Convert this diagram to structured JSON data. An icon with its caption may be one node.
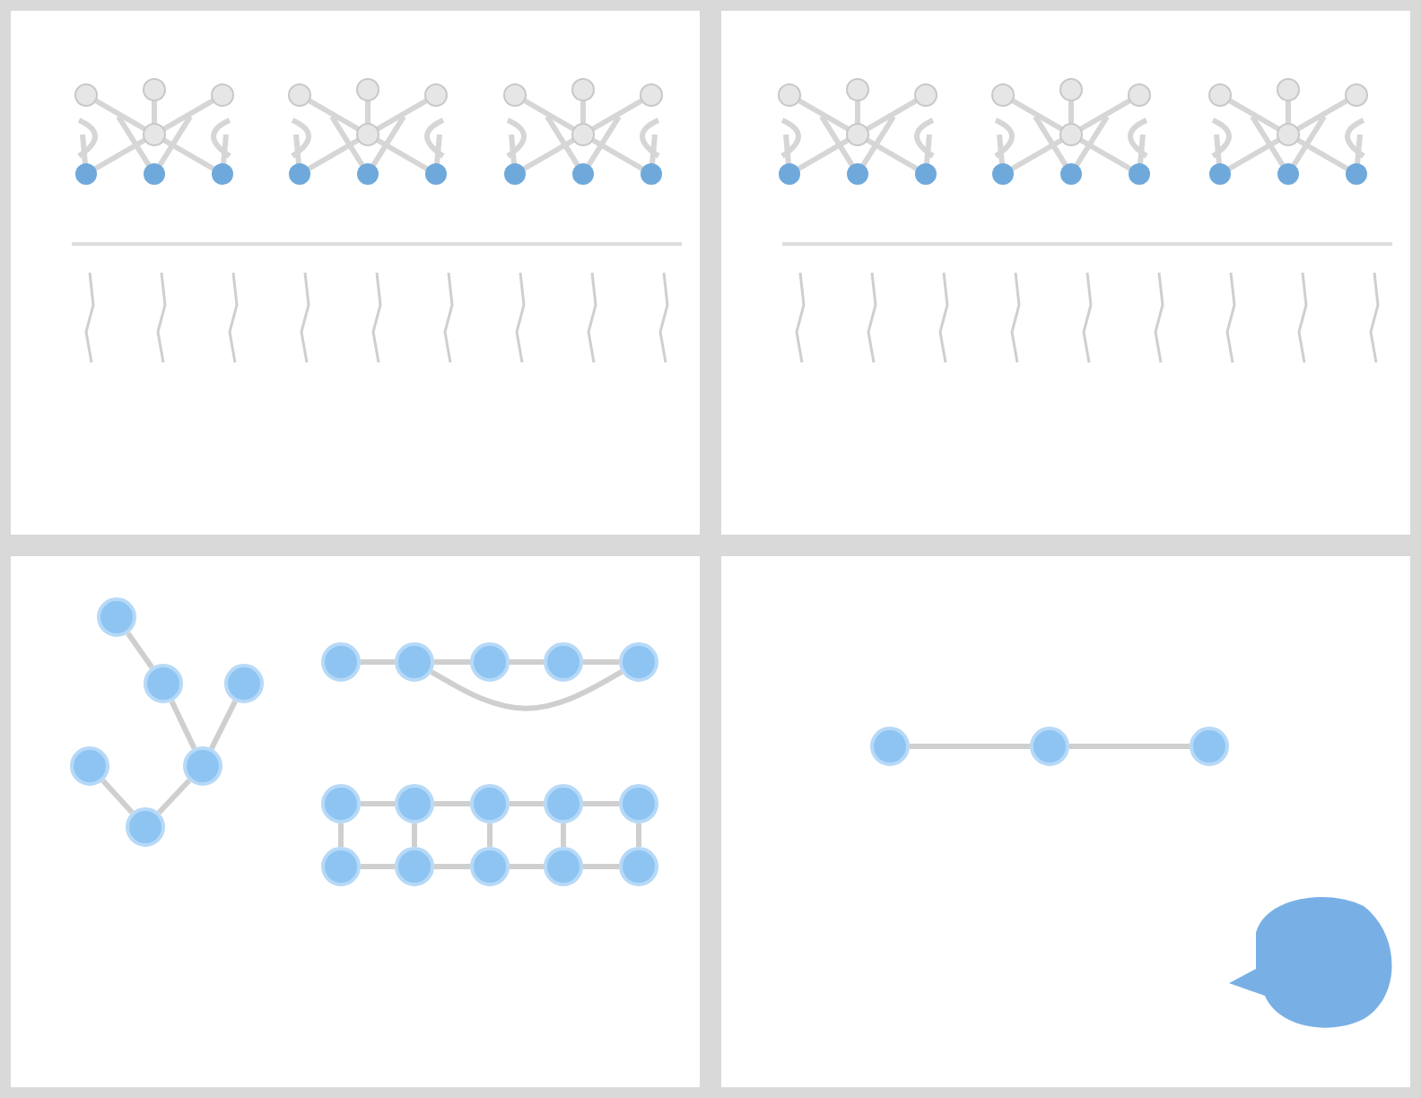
{
  "diagram": {
    "nodes": [
      {
        "text": [],
        "shape": "circle"
      },
      {
        "text": [],
        "shape": "circle"
      },
      {
        "text": [],
        "shape": "circle"
      },
      {
        "text": [],
        "shape": "circle"
      },
      {
        "text": [],
        "shape": "circle"
      },
      {
        "text": [],
        "shape": "circle"
      },
      {
        "text": [],
        "shape": "circle"
      },
      {
        "text": [],
        "shape": "circle"
      },
      {
        "text": [],
        "shape": "circle"
      },
      {
        "text": [],
        "shape": "circle"
      },
      {
        "text": [],
        "shape": "circle"
      },
      {
        "text": [],
        "shape": "circle"
      },
      {
        "text": [],
        "shape": "circle"
      },
      {
        "text": [],
        "shape": "circle"
      },
      {
        "text": [],
        "shape": "circle"
      },
      {
        "text": [],
        "shape": "circle"
      },
      {
        "text": [],
        "shape": "circle"
      },
      {
        "text": [],
        "shape": "circle"
      },
      {
        "text": [],
        "shape": "circle"
      },
      {
        "text": [],
        "shape": "circle"
      },
      {
        "text": [],
        "shape": "circle"
      },
      {
        "text": [],
        "shape": "circle"
      },
      {
        "text": [],
        "shape": "circle"
      },
      {
        "text": [],
        "shape": "circle"
      }
    ],
    "edges": [
      {
        "from": 0,
        "to": 1,
        "arrow": "none"
      },
      {
        "from": 1,
        "to": 4,
        "arrow": "none"
      },
      {
        "from": 2,
        "to": 4,
        "arrow": "none"
      },
      {
        "from": 3,
        "to": 5,
        "arrow": "none"
      },
      {
        "from": 4,
        "to": 5,
        "arrow": "none"
      },
      {
        "from": 6,
        "to": 7,
        "arrow": "none"
      },
      {
        "from": 7,
        "to": 8,
        "arrow": "none"
      },
      {
        "from": 8,
        "to": 9,
        "arrow": "none"
      },
      {
        "from": 9,
        "to": 10,
        "arrow": "none"
      },
      {
        "from": 7,
        "to": 10,
        "arrow": "none"
      },
      {
        "from": 11,
        "to": 12,
        "arrow": "none"
      },
      {
        "from": 12,
        "to": 13,
        "arrow": "none"
      },
      {
        "from": 13,
        "to": 14,
        "arrow": "none"
      },
      {
        "from": 14,
        "to": 15,
        "arrow": "none"
      },
      {
        "from": 16,
        "to": 17,
        "arrow": "none"
      },
      {
        "from": 17,
        "to": 18,
        "arrow": "none"
      },
      {
        "from": 18,
        "to": 19,
        "arrow": "none"
      },
      {
        "from": 19,
        "to": 20,
        "arrow": "none"
      },
      {
        "from": 11,
        "to": 16,
        "arrow": "none"
      },
      {
        "from": 12,
        "to": 17,
        "arrow": "none"
      },
      {
        "from": 13,
        "to": 18,
        "arrow": "none"
      },
      {
        "from": 14,
        "to": 19,
        "arrow": "none"
      },
      {
        "from": 15,
        "to": 20,
        "arrow": "none"
      },
      {
        "from": 21,
        "to": 22,
        "arrow": "none"
      },
      {
        "from": 22,
        "to": 23,
        "arrow": "none"
      }
    ]
  }
}
